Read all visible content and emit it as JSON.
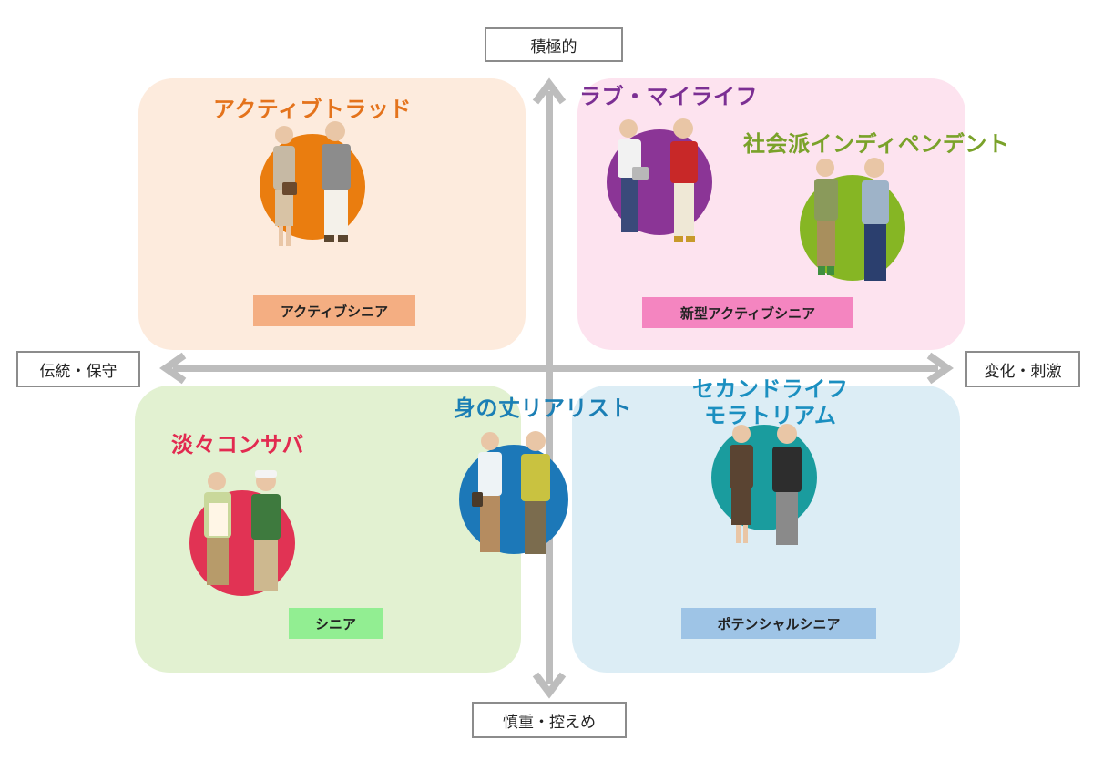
{
  "axes": {
    "top": "積極的",
    "bottom": "慎重・控えめ",
    "left": "伝統・保守",
    "right": "変化・刺激"
  },
  "segments": [
    {
      "title": "アクティブトラッド",
      "circle_color": "#ea7d0f"
    },
    {
      "title": "ラブ・マイライフ",
      "circle_color": "#8b3596"
    },
    {
      "title": "社会派インディペンデント",
      "circle_color": "#86b624"
    },
    {
      "title": "身の丈リアリスト",
      "circle_color": "#1c78b8"
    },
    {
      "title_line1": "セカンドライフ",
      "title_line2": "モラトリアム",
      "circle_color": "#1a9c9e"
    },
    {
      "title": "淡々コンサバ",
      "circle_color": "#e13354"
    }
  ],
  "quadrant_labels": {
    "top_left": "アクティブシニア",
    "top_right": "新型アクティブシニア",
    "bottom_left": "シニア",
    "bottom_right": "ポテンシャルシニア"
  },
  "colors": {
    "quadrant_top_left": "#fdebdd",
    "quadrant_top_right": "#fde3ef",
    "quadrant_bottom_left": "#e2f1d1",
    "quadrant_bottom_right": "#dcedf5",
    "arrow": "#bdbdbd"
  }
}
